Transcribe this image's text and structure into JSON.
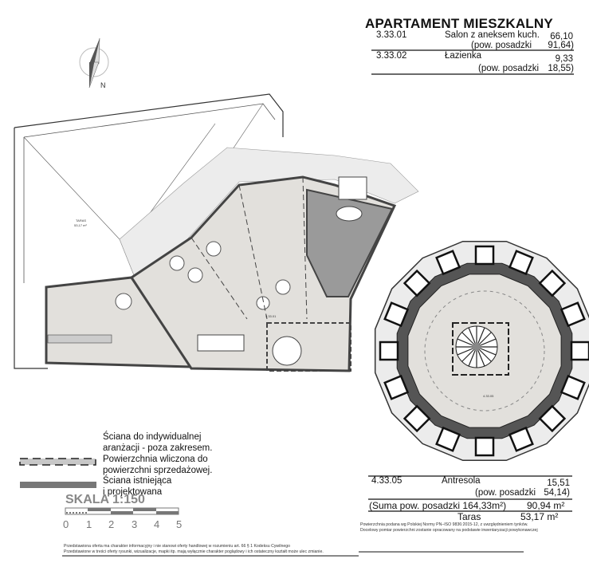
{
  "header": {
    "title": "APARTAMENT MIESZKALNY"
  },
  "rooms": [
    {
      "code": "3.33.01",
      "name": "Salon z aneksem kuch.",
      "area": "66,10",
      "floor_label": "(pow. posadzki",
      "floor_area": "91,64)"
    },
    {
      "code": "3.33.02",
      "name": "Łazienka",
      "area": "9,33",
      "floor_label": "(pow. posadzki",
      "floor_area": "18,55)"
    },
    {
      "code": "4.33.05",
      "name": "Antresola",
      "area": "15,51",
      "floor_label": "(pow. posadzki",
      "floor_area": "54,14)"
    }
  ],
  "summary": {
    "floor_sum": "(Suma pow. posadzki 164,33m²)",
    "total": "90,94 m²",
    "terrace_label": "Taras",
    "terrace_area": "53,17 m²"
  },
  "notes": {
    "norm_line1": "Powierzchnia podana wg Polskiej Normy PN–ISO 9836:2015-12, z uwzględnieniem tynków.",
    "norm_line2": "Docelowy pomiar powierzchni zostanie opracowany na podstawie inwentaryzacji powykonawczej",
    "disclaimer_line1": "Przedstawiona oferta ma charakter informacyjny i nie stanowi oferty handlowej w rozumieniu art. 66 § 1 Kodeksu Cywilnego",
    "disclaimer_line2": "Przedstawione w treści oferty rysunki, wizualizacje, mapki itp. mają wyłącznie charakter poglądowy i ich ostateczny kształt może ulec zmianie."
  },
  "legend": {
    "dashed_wall": [
      "Ściana do indywidualnej",
      "aranżacji - poza zakresem.",
      "Powierzchnia wliczona do",
      "powierzchni sprzedażowej."
    ],
    "solid_wall": [
      "Ściana istniejąca",
      "i projektowana"
    ]
  },
  "scale": {
    "title": "SKALA 1:150",
    "ticks": [
      "0",
      "1",
      "2",
      "3",
      "4",
      "5"
    ]
  },
  "plan": {
    "compass_label": "N",
    "terrace_label": "TARAS",
    "terrace_area": "53,17 m²",
    "room_label_1": "3.33.01",
    "room_label_2": "4.33.05"
  },
  "colors": {
    "wall": "#777777",
    "bathroom": "#9a9a9a",
    "floor": "#e2e0dc",
    "dashed_fill": "#c8c8c8"
  }
}
